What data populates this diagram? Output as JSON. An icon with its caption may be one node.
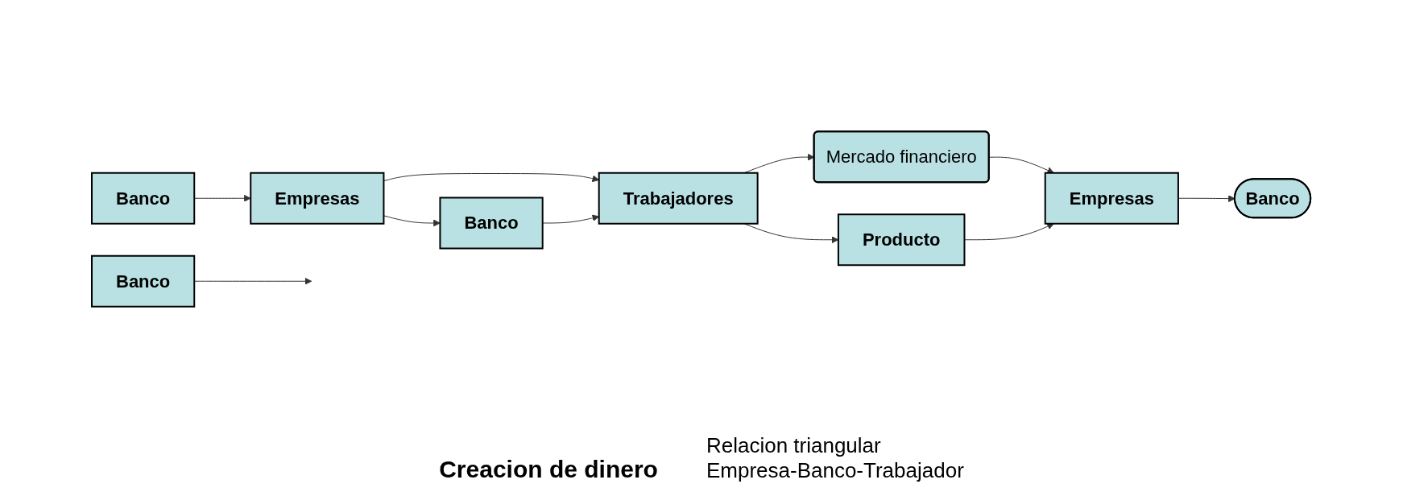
{
  "diagram": {
    "nodes": [
      {
        "text": [
          "Banco"
        ]
      },
      {
        "text": [
          "Empresas"
        ]
      },
      {
        "text": [
          "Trabajadores"
        ]
      },
      {
        "text": [
          "Mercado financiero"
        ]
      },
      {
        "text": [
          "Producto"
        ]
      },
      {
        "text": [
          "Empresas"
        ]
      },
      {
        "text": [
          "Banco"
        ]
      },
      {
        "text": [
          "Banco"
        ]
      },
      {
        "text": [
          "Banco"
        ]
      }
    ],
    "edges": [
      {
        "from": 0,
        "to": 1,
        "arrow": "to"
      },
      {
        "from": 1,
        "to": 2,
        "arrow": "to"
      },
      {
        "from": 1,
        "to": 7,
        "arrow": "to"
      },
      {
        "from": 7,
        "to": 2,
        "arrow": "to"
      },
      {
        "from": 2,
        "to": 3,
        "arrow": "to"
      },
      {
        "from": 2,
        "to": 4,
        "arrow": "to"
      },
      {
        "from": 3,
        "to": 5,
        "arrow": "to"
      },
      {
        "from": 4,
        "to": 5,
        "arrow": "to"
      },
      {
        "from": 8,
        "to": null,
        "arrow": "to"
      },
      {
        "from": 5,
        "to": 6,
        "arrow": "to"
      }
    ],
    "labels": [
      "Creacion de dinero",
      "Relacion triangular",
      "Empresa-Banco-Trabajador"
    ]
  }
}
